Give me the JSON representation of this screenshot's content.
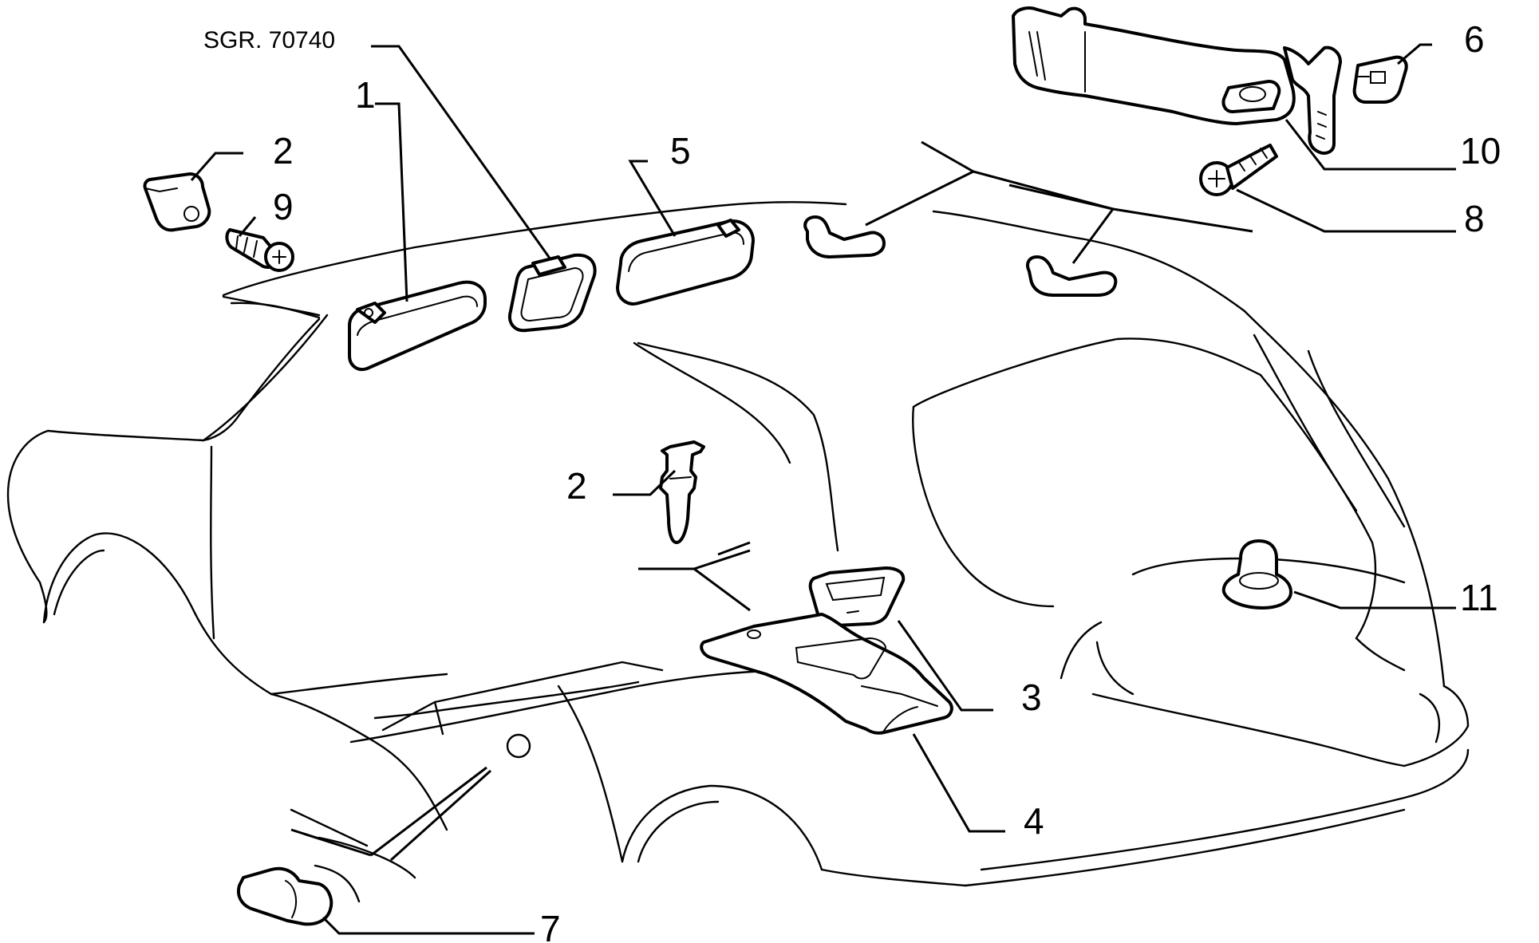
{
  "reference": "SGR. 70740",
  "callouts": {
    "c1": "1",
    "c2a": "2",
    "c2b": "2",
    "c3": "3",
    "c4": "4",
    "c5": "5",
    "c6": "6",
    "c7": "7",
    "c8": "8",
    "c9": "9",
    "c10": "10",
    "c11": "11"
  }
}
